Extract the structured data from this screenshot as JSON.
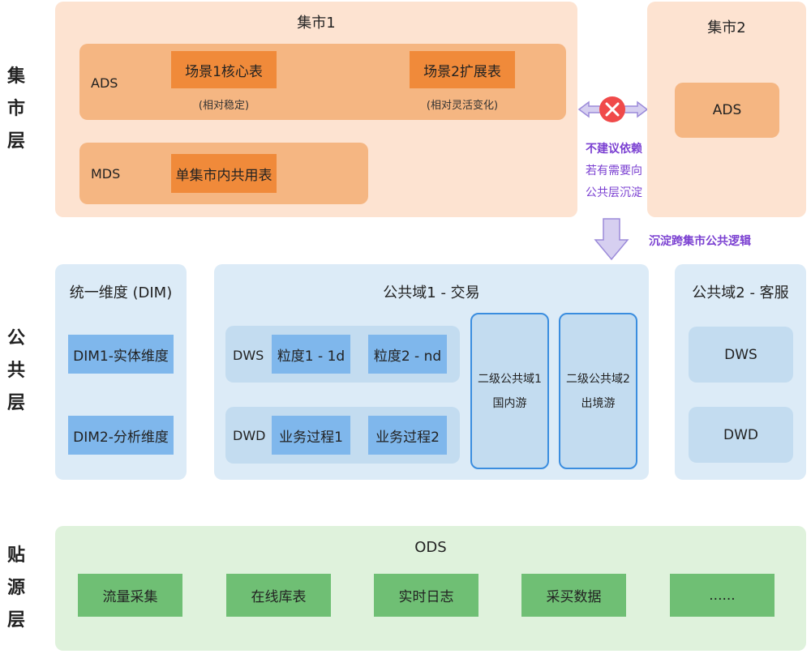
{
  "layers": {
    "mart": [
      "集",
      "市",
      "层"
    ],
    "common": [
      "公",
      "共",
      "层"
    ],
    "source": [
      "贴",
      "源",
      "层"
    ]
  },
  "mart1": {
    "title": "集市1",
    "ads_label": "ADS",
    "scene1": "场景1核心表",
    "scene1_note": "(相对稳定)",
    "scene2": "场景2扩展表",
    "scene2_note": "(相对灵活变化)",
    "mds_label": "MDS",
    "mds_table": "单集市内共用表"
  },
  "mart2": {
    "title": "集市2",
    "ads": "ADS"
  },
  "relation": {
    "line1": "不建议依赖",
    "line2": "若有需要向",
    "line3": "公共层沉淀",
    "sink_text": "沉淀跨集市公共逻辑"
  },
  "dim": {
    "title": "统一维度 (DIM)",
    "item1": "DIM1-实体维度",
    "item2": "DIM2-分析维度"
  },
  "domain1": {
    "title": "公共域1 - 交易",
    "dws_label": "DWS",
    "dws1": "粒度1 - 1d",
    "dws2": "粒度2 - nd",
    "dwd_label": "DWD",
    "dwd1": "业务过程1",
    "dwd2": "业务过程2",
    "sub1_line1": "二级公共域1",
    "sub1_line2": "国内游",
    "sub2_line1": "二级公共域2",
    "sub2_line2": "出境游"
  },
  "domain2": {
    "title": "公共域2 - 客服",
    "dws": "DWS",
    "dwd": "DWD"
  },
  "ods": {
    "title": "ODS",
    "items": [
      "流量采集",
      "在线库表",
      "实时日志",
      "采买数据",
      "......"
    ]
  }
}
